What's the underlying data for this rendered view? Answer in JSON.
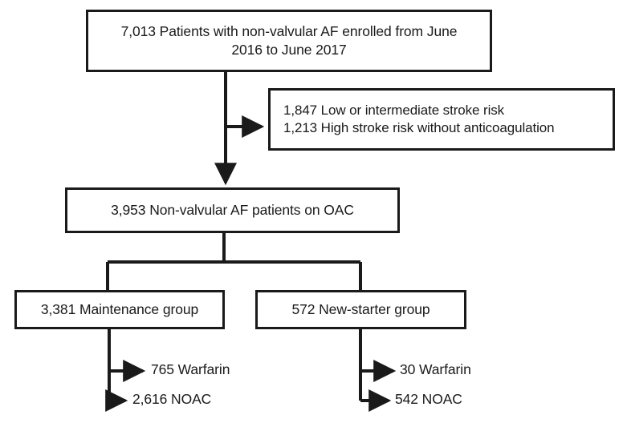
{
  "figure": {
    "type": "flowchart",
    "title": "Patient enrollment and group allocation flow diagram",
    "background_color": "#ffffff",
    "line_color": "#1a1a1a",
    "text_color": "#1a1a1a"
  },
  "nodes": {
    "enrolled": {
      "text": "7,013 Patients with non-valvular AF enrolled from June\n2016 to June 2017",
      "count": 7013
    },
    "excluded": {
      "text": "1,847 Low or intermediate stroke risk\n1,213 High stroke risk without anticoagulation",
      "line1": "1,847 Low or intermediate stroke risk",
      "line2": "1,213 High stroke risk without anticoagulation",
      "counts": [
        1847,
        1213
      ]
    },
    "oac": {
      "text": "3,953 Non-valvular AF patients on OAC",
      "count": 3953
    },
    "maintenance": {
      "text": "3,381 Maintenance group",
      "count": 3381
    },
    "newstarter": {
      "text": "572 New-starter group",
      "count": 572
    }
  },
  "leaves": {
    "maintenance_warfarin": {
      "text": "765 Warfarin",
      "count": 765
    },
    "maintenance_noac": {
      "text": "2,616 NOAC",
      "count": 2616
    },
    "newstarter_warfarin": {
      "text": "30 Warfarin",
      "count": 30
    },
    "newstarter_noac": {
      "text": "542 NOAC",
      "count": 542
    }
  }
}
